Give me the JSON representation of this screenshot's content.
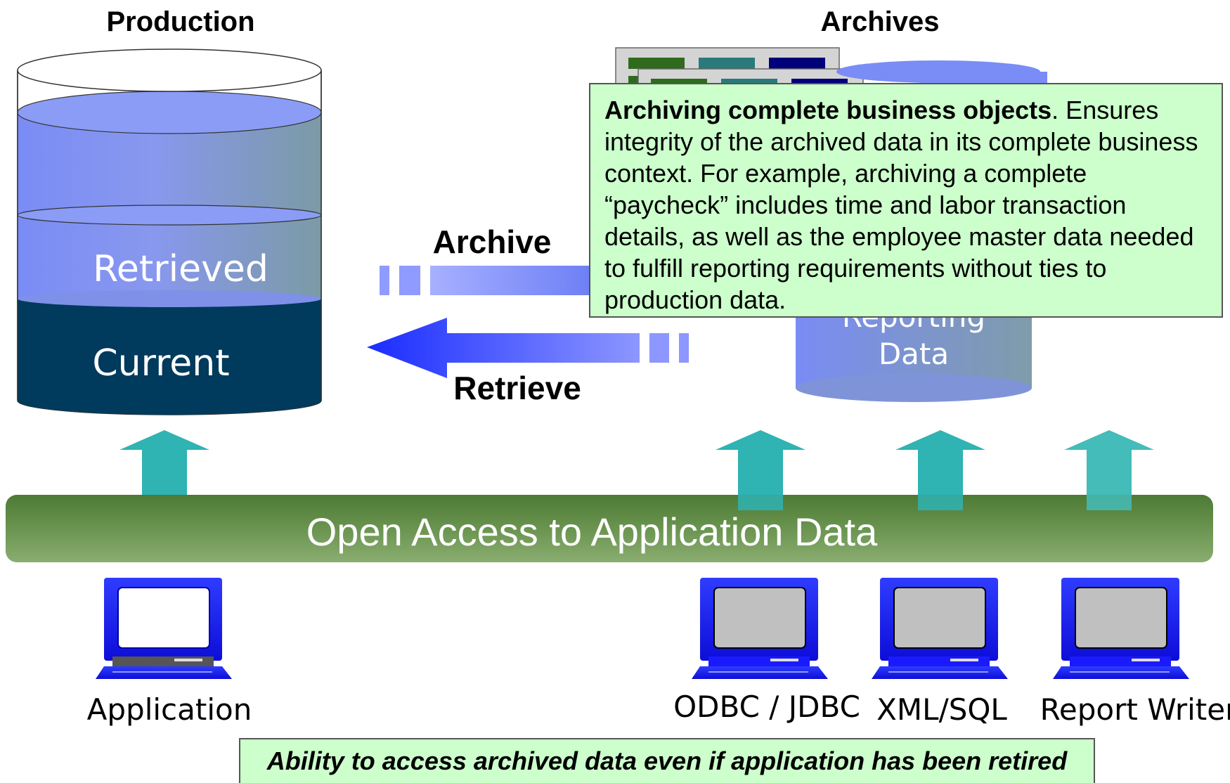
{
  "headings": {
    "production": "Production",
    "archives": "Archives"
  },
  "production_db": {
    "retrieved": "Retrieved",
    "current": "Current"
  },
  "reporting_db": {
    "line1": "Reporting",
    "line2": "Data"
  },
  "arrows": {
    "archive": "Archive",
    "retrieve": "Retrieve"
  },
  "callout": {
    "bold": "Archiving complete business objects",
    "text": ". Ensures integrity of the archived data in its complete business context. For example, archiving a complete “paycheck” includes time and labor transaction details, as well as the employee master data needed to fulfill reporting requirements without ties to production data."
  },
  "access_bar": {
    "label": "Open Access to Application Data"
  },
  "clients": [
    {
      "label": "Application"
    },
    {
      "label": "ODBC / JDBC"
    },
    {
      "label": "XML/SQL"
    },
    {
      "label": "Report Writer"
    }
  ],
  "footer_note": "Ability to access archived data even if application has been retired",
  "colors": {
    "retrieved_fill": "#8a9cf5",
    "current_fill": "#003a5c",
    "teal_arrow": "#2fb3b3",
    "green_bar": "#5e8a45",
    "callout_bg": "#ccffcc",
    "monitor_blue": "#1a1aff"
  }
}
